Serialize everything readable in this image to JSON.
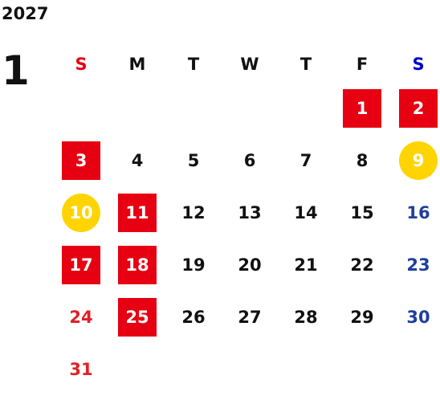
{
  "calendar": {
    "year": "2027",
    "month": "1",
    "weekdays": [
      {
        "label": "S",
        "color": "#e60012"
      },
      {
        "label": "M",
        "color": "#111111"
      },
      {
        "label": "T",
        "color": "#111111"
      },
      {
        "label": "W",
        "color": "#111111"
      },
      {
        "label": "T",
        "color": "#111111"
      },
      {
        "label": "F",
        "color": "#111111"
      },
      {
        "label": "S",
        "color": "#0000cc"
      }
    ],
    "colors": {
      "weekday": "#111111",
      "sunday_text": "#e0202a",
      "saturday_text": "#1f3f9a",
      "marked_red": "#e60012",
      "marked_yellow": "#ffd400",
      "marked_text": "#ffffff"
    },
    "weeks": [
      [
        {
          "d": ""
        },
        {
          "d": ""
        },
        {
          "d": ""
        },
        {
          "d": ""
        },
        {
          "d": ""
        },
        {
          "d": "1",
          "mark": "red"
        },
        {
          "d": "2",
          "mark": "red"
        }
      ],
      [
        {
          "d": "3",
          "mark": "red"
        },
        {
          "d": "4"
        },
        {
          "d": "5"
        },
        {
          "d": "6"
        },
        {
          "d": "7"
        },
        {
          "d": "8"
        },
        {
          "d": "9",
          "mark": "yellow"
        }
      ],
      [
        {
          "d": "10",
          "mark": "yellow"
        },
        {
          "d": "11",
          "mark": "red"
        },
        {
          "d": "12"
        },
        {
          "d": "13"
        },
        {
          "d": "14"
        },
        {
          "d": "15"
        },
        {
          "d": "16"
        }
      ],
      [
        {
          "d": "17",
          "mark": "red"
        },
        {
          "d": "18",
          "mark": "red"
        },
        {
          "d": "19"
        },
        {
          "d": "20"
        },
        {
          "d": "21"
        },
        {
          "d": "22"
        },
        {
          "d": "23"
        }
      ],
      [
        {
          "d": "24"
        },
        {
          "d": "25",
          "mark": "red"
        },
        {
          "d": "26"
        },
        {
          "d": "27"
        },
        {
          "d": "28"
        },
        {
          "d": "29"
        },
        {
          "d": "30"
        }
      ],
      [
        {
          "d": "31"
        },
        {
          "d": ""
        },
        {
          "d": ""
        },
        {
          "d": ""
        },
        {
          "d": ""
        },
        {
          "d": ""
        },
        {
          "d": ""
        }
      ]
    ]
  }
}
